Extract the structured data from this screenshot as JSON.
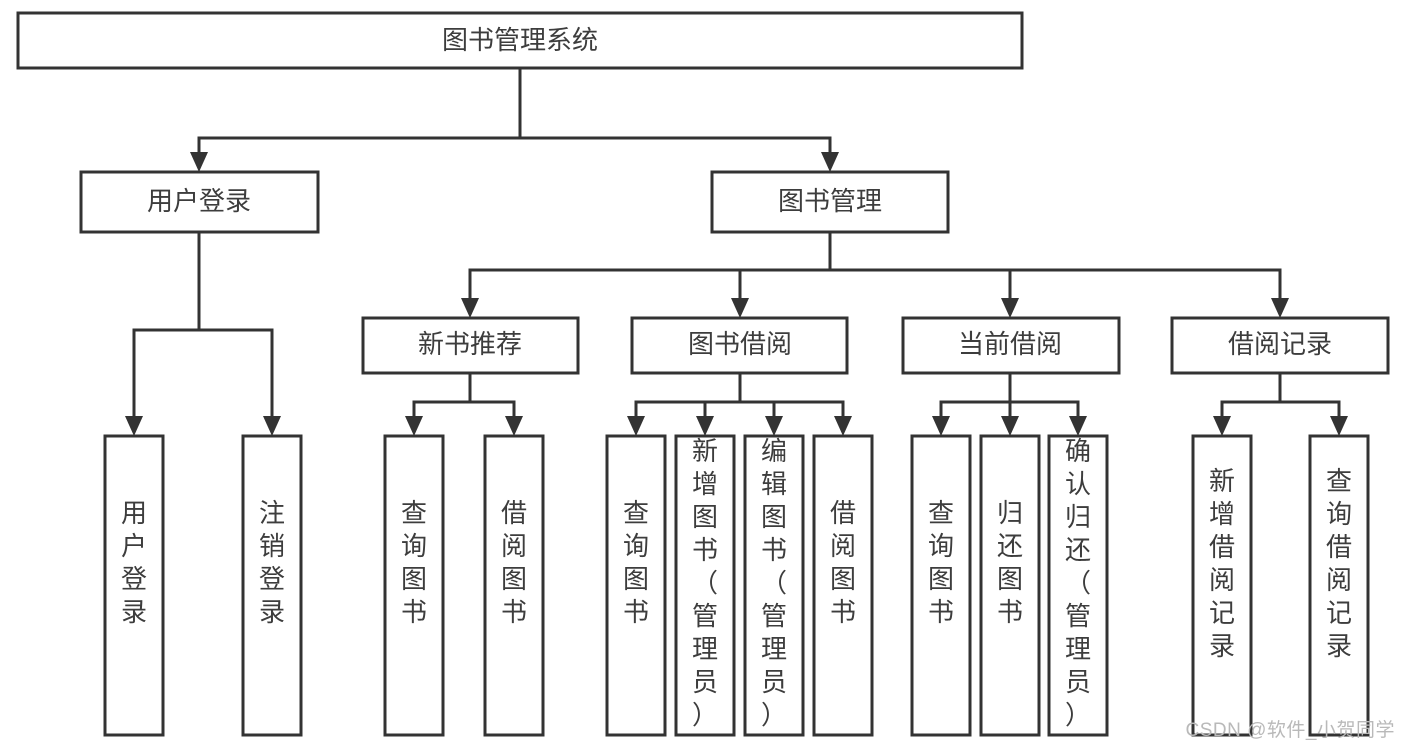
{
  "diagram": {
    "type": "tree-hierarchy-chart",
    "title_node": {
      "id": "root",
      "label": "图书管理系统"
    },
    "levels": [
      {
        "level": 1,
        "nodes": [
          {
            "id": "root",
            "label": "图书管理系统"
          }
        ]
      },
      {
        "level": 2,
        "nodes": [
          {
            "id": "user-login",
            "label": "用户登录",
            "parent": "root"
          },
          {
            "id": "book-manage",
            "label": "图书管理",
            "parent": "root"
          }
        ]
      },
      {
        "level": 3,
        "nodes": [
          {
            "id": "new-book-recommend",
            "label": "新书推荐",
            "parent": "book-manage"
          },
          {
            "id": "book-borrow",
            "label": "图书借阅",
            "parent": "book-manage"
          },
          {
            "id": "current-borrow",
            "label": "当前借阅",
            "parent": "book-manage"
          },
          {
            "id": "borrow-record",
            "label": "借阅记录",
            "parent": "book-manage"
          }
        ]
      },
      {
        "level": 4,
        "nodes": [
          {
            "id": "leaf-user-login",
            "label": "用户登录",
            "parent": "user-login"
          },
          {
            "id": "leaf-logout",
            "label": "注销登录",
            "parent": "user-login"
          },
          {
            "id": "leaf-query-book-1",
            "label": "查询图书",
            "parent": "new-book-recommend"
          },
          {
            "id": "leaf-borrow-book-1",
            "label": "借阅图书",
            "parent": "new-book-recommend"
          },
          {
            "id": "leaf-query-book-2",
            "label": "查询图书",
            "parent": "book-borrow"
          },
          {
            "id": "leaf-add-book",
            "label": "新增图书（管理员）",
            "parent": "book-borrow"
          },
          {
            "id": "leaf-edit-book",
            "label": "编辑图书（管理员）",
            "parent": "book-borrow"
          },
          {
            "id": "leaf-borrow-book-2",
            "label": "借阅图书",
            "parent": "book-borrow"
          },
          {
            "id": "leaf-query-book-3",
            "label": "查询图书",
            "parent": "current-borrow"
          },
          {
            "id": "leaf-return-book",
            "label": "归还图书",
            "parent": "current-borrow"
          },
          {
            "id": "leaf-confirm-return",
            "label": "确认归还（管理员）",
            "parent": "current-borrow"
          },
          {
            "id": "leaf-add-record",
            "label": "新增借阅记录",
            "parent": "borrow-record"
          },
          {
            "id": "leaf-query-record",
            "label": "查询借阅记录",
            "parent": "borrow-record"
          }
        ]
      }
    ]
  },
  "watermark": {
    "text": "CSDN @软件_小贺同学"
  },
  "colors": {
    "stroke": "#333333",
    "box_fill": "#ffffff",
    "label": "#3d3d3d",
    "watermark": "#b9b9b9",
    "background": "#ffffff"
  }
}
